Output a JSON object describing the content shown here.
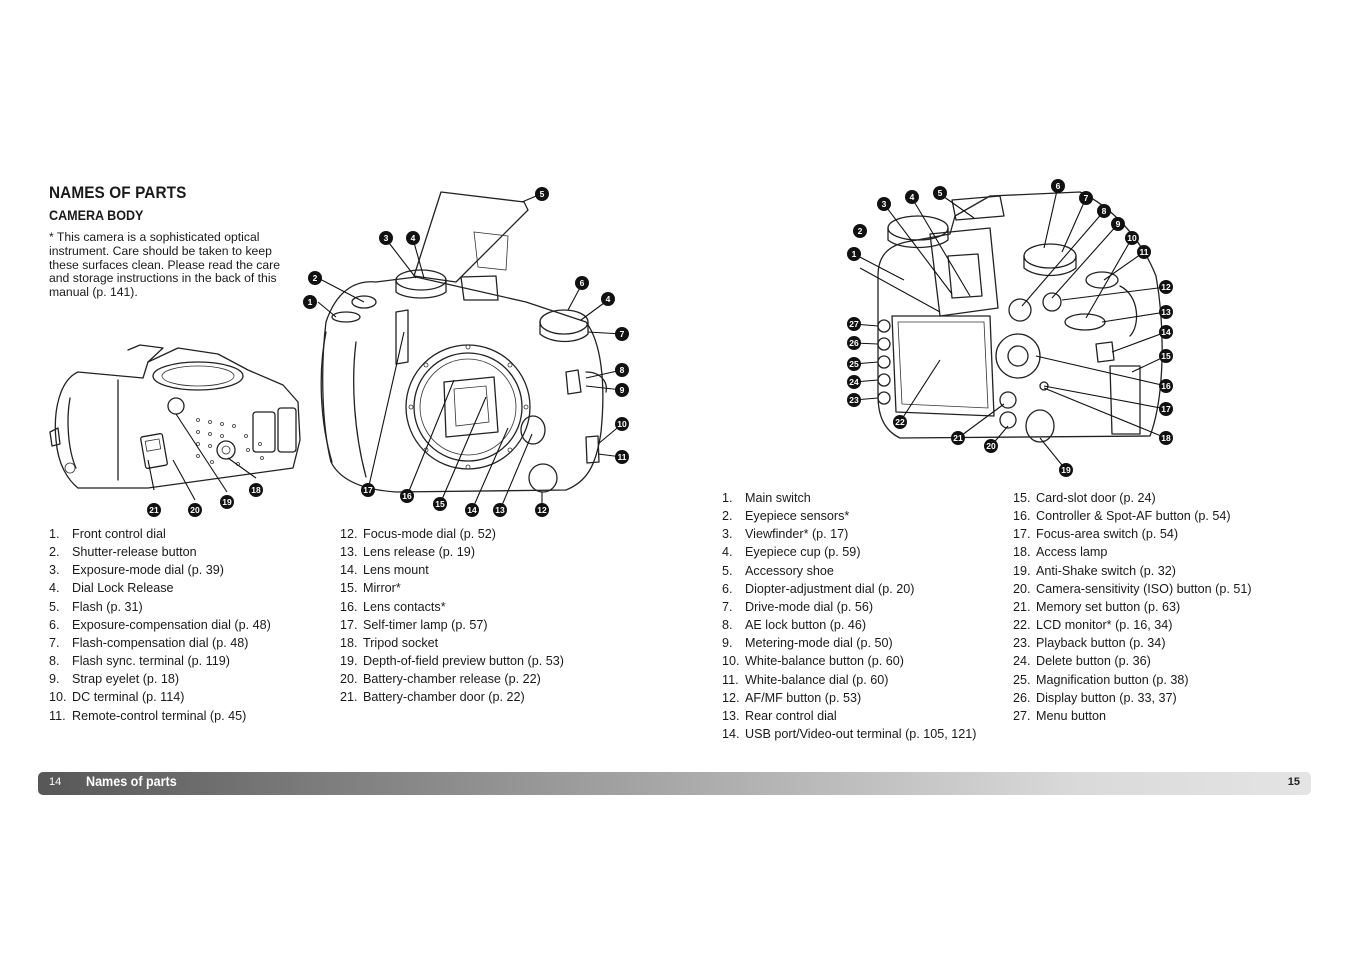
{
  "header": {
    "title": "NAMES OF PARTS",
    "section": "CAMERA BODY",
    "note": "* This camera is a sophisticated optical instrument. Care should be taken to keep these surfaces clean. Please read the care and storage instructions in the back of this manual (p. 141)."
  },
  "front_parts": [
    {
      "n": "1.",
      "label": "Front control dial"
    },
    {
      "n": "2.",
      "label": "Shutter-release button"
    },
    {
      "n": "3.",
      "label": "Exposure-mode dial (p. 39)"
    },
    {
      "n": "4.",
      "label": "Dial Lock Release"
    },
    {
      "n": "5.",
      "label": "Flash (p. 31)"
    },
    {
      "n": "6.",
      "label": "Exposure-compensation dial (p. 48)"
    },
    {
      "n": "7.",
      "label": "Flash-compensation dial (p. 48)"
    },
    {
      "n": "8.",
      "label": "Flash sync. terminal (p. 119)"
    },
    {
      "n": "9.",
      "label": "Strap eyelet (p. 18)"
    },
    {
      "n": "10.",
      "label": "DC terminal (p. 114)"
    },
    {
      "n": "11.",
      "label": "Remote-control terminal (p. 45)"
    },
    {
      "n": "12.",
      "label": "Focus-mode dial (p. 52)"
    },
    {
      "n": "13.",
      "label": "Lens release (p. 19)"
    },
    {
      "n": "14.",
      "label": "Lens mount"
    },
    {
      "n": "15.",
      "label": "Mirror*"
    },
    {
      "n": "16.",
      "label": "Lens contacts*"
    },
    {
      "n": "17.",
      "label": "Self-timer lamp (p. 57)"
    },
    {
      "n": "18.",
      "label": "Tripod socket"
    },
    {
      "n": "19.",
      "label": "Depth-of-field preview button (p. 53)"
    },
    {
      "n": "20.",
      "label": "Battery-chamber release (p. 22)"
    },
    {
      "n": "21.",
      "label": "Battery-chamber door (p. 22)"
    }
  ],
  "back_parts": [
    {
      "n": "1.",
      "label": "Main switch"
    },
    {
      "n": "2.",
      "label": "Eyepiece sensors*"
    },
    {
      "n": "3.",
      "label": "Viewfinder* (p. 17)"
    },
    {
      "n": "4.",
      "label": "Eyepiece cup (p. 59)"
    },
    {
      "n": "5.",
      "label": "Accessory shoe"
    },
    {
      "n": "6.",
      "label": "Diopter-adjustment dial (p. 20)"
    },
    {
      "n": "7.",
      "label": "Drive-mode dial (p. 56)"
    },
    {
      "n": "8.",
      "label": "AE lock button (p. 46)"
    },
    {
      "n": "9.",
      "label": "Metering-mode dial (p. 50)"
    },
    {
      "n": "10.",
      "label": "White-balance button (p. 60)"
    },
    {
      "n": "11.",
      "label": "White-balance dial (p. 60)"
    },
    {
      "n": "12.",
      "label": "AF/MF button (p. 53)"
    },
    {
      "n": "13.",
      "label": "Rear control dial"
    },
    {
      "n": "14.",
      "label": "USB port/Video-out terminal (p. 105, 121)"
    },
    {
      "n": "15.",
      "label": "Card-slot door (p. 24)"
    },
    {
      "n": "16.",
      "label": "Controller & Spot-AF button (p. 54)"
    },
    {
      "n": "17.",
      "label": "Focus-area switch (p. 54)"
    },
    {
      "n": "18.",
      "label": "Access lamp"
    },
    {
      "n": "19.",
      "label": "Anti-Shake switch (p. 32)"
    },
    {
      "n": "20.",
      "label": "Camera-sensitivity (ISO) button (p. 51)"
    },
    {
      "n": "21.",
      "label": "Memory set button (p. 63)"
    },
    {
      "n": "22.",
      "label": "LCD monitor* (p. 16, 34)"
    },
    {
      "n": "23.",
      "label": "Playback button (p. 34)"
    },
    {
      "n": "24.",
      "label": "Delete button (p. 36)"
    },
    {
      "n": "25.",
      "label": "Magnification button (p. 38)"
    },
    {
      "n": "26.",
      "label": "Display button (p. 33, 37)"
    },
    {
      "n": "27.",
      "label": "Menu button"
    }
  ],
  "footer": {
    "left_page": "14",
    "section": "Names of parts",
    "right_page": "15"
  },
  "callout_style": {
    "fill": "#111111",
    "text_color": "#ffffff"
  },
  "front_callouts": [
    "1",
    "2",
    "3",
    "4",
    "5",
    "6",
    "4",
    "7",
    "8",
    "9",
    "10",
    "11",
    "12",
    "13",
    "14",
    "15",
    "16",
    "17"
  ],
  "bottom_callouts": [
    "21",
    "20",
    "19",
    "18"
  ],
  "back_callouts": [
    "1",
    "2",
    "3",
    "4",
    "5",
    "6",
    "7",
    "8",
    "9",
    "10",
    "11",
    "12",
    "13",
    "14",
    "15",
    "16",
    "17",
    "18",
    "19",
    "20",
    "21",
    "22",
    "23",
    "24",
    "25",
    "26",
    "27"
  ]
}
